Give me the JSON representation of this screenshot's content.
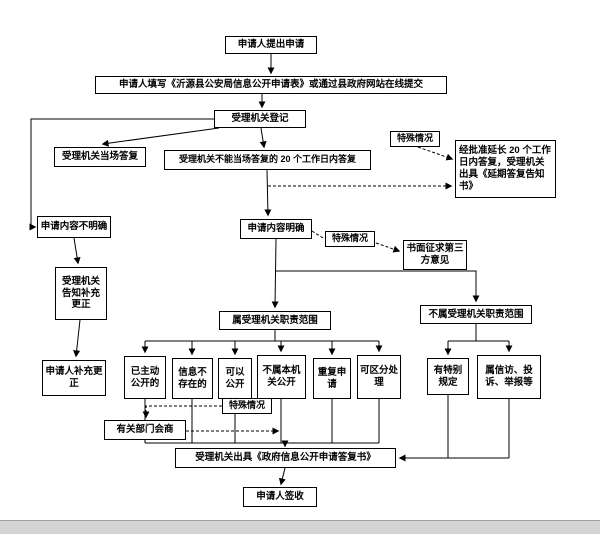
{
  "colors": {
    "ink": "#000000",
    "background": "#ffffff",
    "chrome": "#d4d4d4"
  },
  "nodes": {
    "apply": "申请人提出申请",
    "fill_form": "申请人填写《沂源县公安局信息公开申请表》或通过县政府网站在线提交",
    "register": "受理机关登记",
    "special_case_1": "特殊情况",
    "onsite_reply": "受理机关当场答复",
    "reply_within_20": "受理机关不能当场答复的 20 个工作日内答复",
    "extend_reply": "经批准延长 20 个工作日内答复，受理机关出具《延期答复告知书》",
    "content_unclear": "申请内容不明确",
    "content_clear": "申请内容明确",
    "special_case_2": "特殊情况",
    "third_party_opinion": "书面征求第三方意见",
    "notify_supplement": "受理机关告知补充更正",
    "applicant_supplement": "申请人补充更正",
    "in_scope": "属受理机关职责范围",
    "out_of_scope": "不属受理机关职责范围",
    "already_public": "已主动公开的",
    "info_not_exist": "信息不存在的",
    "can_public": "可以公开",
    "not_this_agency": "不属本机关公开",
    "repeat_apply": "重复申请",
    "separable": "可区分处理",
    "special_rules": "有特别规定",
    "petition_report": "属信访、投诉、举报等",
    "special_case_3": "特殊情况",
    "dept_consult": "有关部门会商",
    "issue_reply": "受理机关出具《政府信息公开申请答复书》",
    "sign_receipt": "申请人签收"
  }
}
